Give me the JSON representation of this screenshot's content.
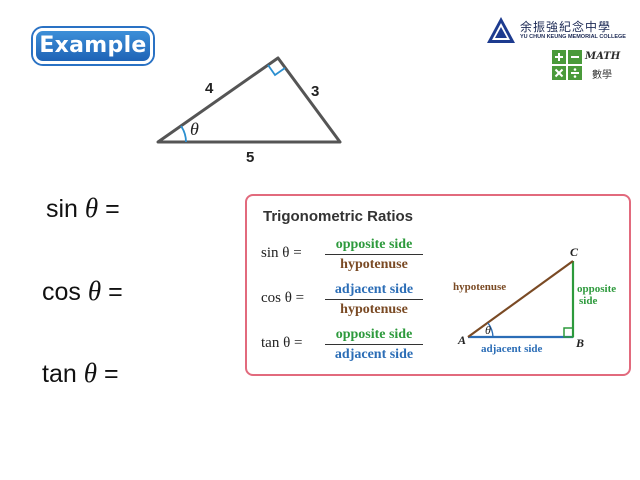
{
  "header": {
    "example_label": "Example",
    "school_name_zh": "余振強紀念中學",
    "school_name_en": "YU CHUN KEUNG MEMORIAL COLLEGE",
    "math_label_en": "MATH",
    "math_label_zh": "數學",
    "math_icon": "plus-minus-times-divide-icon",
    "school_icon": "school-crest-icon"
  },
  "triangle": {
    "side_left": "4",
    "side_right": "3",
    "side_bottom": "5",
    "angle_label": "θ"
  },
  "equations": [
    {
      "fn": "sin",
      "var": "θ",
      "eq": "="
    },
    {
      "fn": "cos",
      "var": "θ",
      "eq": "="
    },
    {
      "fn": "tan",
      "var": "θ",
      "eq": "="
    }
  ],
  "ratios": {
    "title": "Trigonometric Ratios",
    "rows": [
      {
        "fn": "sin θ =",
        "numerator": "opposite side",
        "denominator": "hypotenuse"
      },
      {
        "fn": "cos θ =",
        "numerator": "adjacent side",
        "denominator": "hypotenuse"
      },
      {
        "fn": "tan θ =",
        "numerator": "opposite side",
        "denominator": "adjacent side"
      }
    ],
    "diagram": {
      "vertex_a": "A",
      "vertex_b": "B",
      "vertex_c": "C",
      "hyp_label": "hypotenuse",
      "opp_label_1": "opposite",
      "opp_label_2": "side",
      "adj_label": "adjacent side",
      "angle_label": "θ"
    }
  },
  "colors": {
    "opposite": "#2d9a3c",
    "adjacent": "#2b6db6",
    "hypotenuse": "#7a4a24",
    "box_border": "#e26a7d",
    "accent_blue": "#1e63b6"
  }
}
